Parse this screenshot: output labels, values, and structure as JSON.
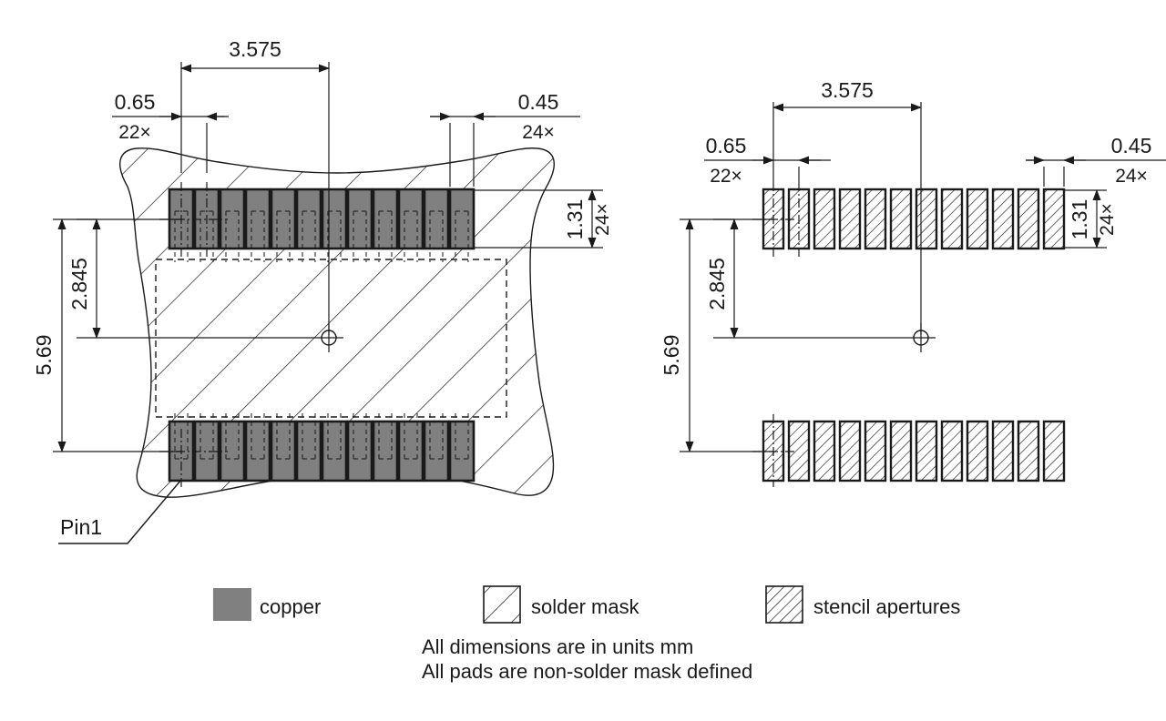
{
  "drawing": {
    "title": "PCB land pattern / footprint drawing",
    "units_note": "All dimensions are in units mm",
    "mask_note": "All pads are non-solder mask defined",
    "pin1_label": "Pin1",
    "colors": {
      "copper": "#808080",
      "line": "#1a1a1a",
      "background": "#ffffff",
      "thin_line": "#333333"
    }
  },
  "legend": {
    "items": [
      {
        "swatch": "copper-swatch",
        "label": "copper"
      },
      {
        "swatch": "solder-mask-swatch",
        "label": "solder mask"
      },
      {
        "swatch": "stencil-aperture-swatch",
        "label": "stencil apertures"
      }
    ]
  },
  "views": {
    "left": {
      "name": "copper-and-solder-mask-view",
      "dimensions": {
        "span_top": {
          "value": "3.575",
          "count": ""
        },
        "pitch": {
          "value": "0.65",
          "count": "22×"
        },
        "pad_width": {
          "value": "0.45",
          "count": "24×"
        },
        "pad_length": {
          "value": "1.31",
          "count": "24×"
        },
        "row_pitch": {
          "value": "2.845",
          "count": ""
        },
        "overall_height": {
          "value": "5.69",
          "count": ""
        }
      }
    },
    "right": {
      "name": "stencil-aperture-view",
      "dimensions": {
        "span_top": {
          "value": "3.575",
          "count": ""
        },
        "pitch": {
          "value": "0.65",
          "count": "22×"
        },
        "pad_width": {
          "value": "0.45",
          "count": "24×"
        },
        "pad_length": {
          "value": "1.31",
          "count": "24×"
        },
        "row_pitch": {
          "value": "2.845",
          "count": ""
        },
        "overall_height": {
          "value": "5.69",
          "count": ""
        }
      }
    }
  },
  "pads": {
    "per_row": 12,
    "rows": 2,
    "total": 24,
    "pitch_mm": 0.65,
    "width_mm": 0.45,
    "length_mm": 1.31,
    "row_spacing_mm": 2.845,
    "overall_mm": 5.69,
    "span_mm": 3.575
  }
}
